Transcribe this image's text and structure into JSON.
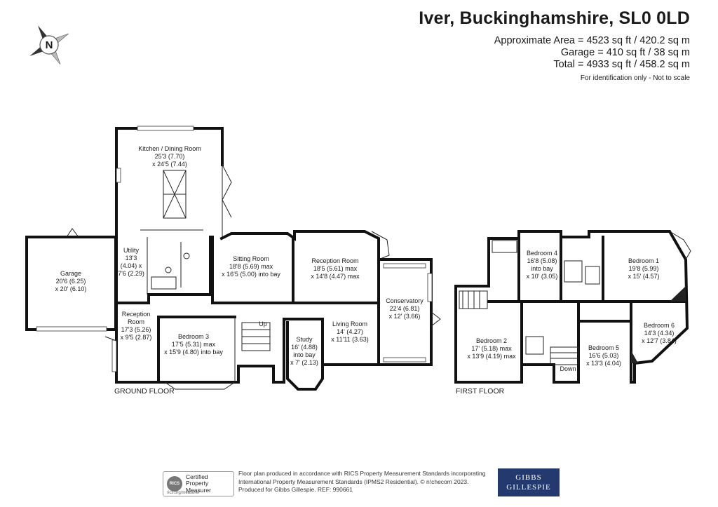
{
  "header": {
    "title": "Iver, Buckinghamshire, SL0 0LD",
    "area_approx": "Approximate Area = 4523 sq ft / 420.2 sq m",
    "area_garage": "Garage = 410 sq ft / 38 sq m",
    "area_total": "Total = 4933 sq ft / 458.2 sq m",
    "note": "For identification only - Not to scale"
  },
  "compass": {
    "letter": "N",
    "icon": "compass-icon"
  },
  "floors": {
    "ground": "GROUND FLOOR",
    "first": "FIRST FLOOR"
  },
  "rooms": {
    "kitchen": [
      "Kitchen / Dining Room",
      "25'3 (7.70)",
      "x 24'5 (7.44)"
    ],
    "garage": [
      "Garage",
      "20'6 (6.25)",
      "x 20' (6.10)"
    ],
    "utility": [
      "Utility",
      "13'3",
      "(4.04) x",
      "7'6 (2.29)"
    ],
    "sitting": [
      "Sitting Room",
      "18'8 (5.69) max",
      "x 16'5 (5.00) into bay"
    ],
    "reception1": [
      "Reception Room",
      "18'5 (5.61) max",
      "x 14'8 (4.47) max"
    ],
    "conservatory": [
      "Conservatory",
      "22'4 (6.81)",
      "x 12' (3.66)"
    ],
    "reception2": [
      "Reception",
      "Room",
      "17'3 (5.26)",
      "x 9'5 (2.87)"
    ],
    "bedroom3": [
      "Bedroom 3",
      "17'5 (5.31) max",
      "x 15'9 (4.80) into bay"
    ],
    "study": [
      "Study",
      "16' (4.88)",
      "into bay",
      "x 7' (2.13)"
    ],
    "living": [
      "Living Room",
      "14' (4.27)",
      "x 11'11 (3.63)"
    ],
    "up": "Up",
    "bedroom4": [
      "Bedroom 4",
      "16'8 (5.08)",
      "into bay",
      "x 10' (3.05)"
    ],
    "bedroom1": [
      "Bedroom 1",
      "19'8 (5.99)",
      "x 15' (4.57)"
    ],
    "bedroom6": [
      "Bedroom 6",
      "14'3 (4.34)",
      "x 12'7 (3.84)"
    ],
    "bedroom2": [
      "Bedroom 2",
      "17' (5.18) max",
      "x 13'9 (4.19) max"
    ],
    "bedroom5": [
      "Bedroom 5",
      "16'6 (5.03)",
      "x 13'3 (4.04)"
    ],
    "down": "Down"
  },
  "footer": {
    "line1": "Floor plan produced in accordance with RICS Property Measurement Standards incorporating",
    "line2": "International Property Measurement Standards (IPMS2 Residential).  © n!checom 2023.",
    "line3": "Produced for Gibbs Gillespie.   REF:  990661",
    "rics_logo": "RICS",
    "rics_line1": "Certified",
    "rics_line2": "Property",
    "rics_line3": "Measurer",
    "rics_sub": "rics.org/measurer",
    "brand_line1": "GIBBS",
    "brand_line2": "GILLESPIE"
  }
}
